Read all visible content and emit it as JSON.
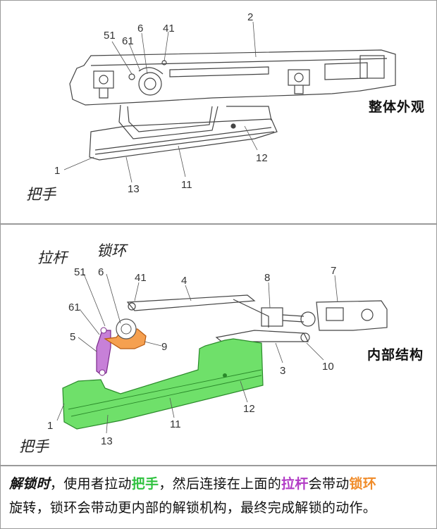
{
  "labels": {
    "top": {
      "n51": "51",
      "n61": "61",
      "n6": "6",
      "n41": "41",
      "n2": "2",
      "n12": "12",
      "n1": "1",
      "n13": "13",
      "n11": "11",
      "handle": "把手"
    },
    "top_title": "整体外观",
    "bottom": {
      "pull_rod": "拉杆",
      "lock_ring": "锁环",
      "n51": "51",
      "n6": "6",
      "n41": "41",
      "n4": "4",
      "n8": "8",
      "n7": "7",
      "n61": "61",
      "n5": "5",
      "n9": "9",
      "n3": "3",
      "n10": "10",
      "n12": "12",
      "n11": "11",
      "n1": "1",
      "n13": "13",
      "handle": "把手"
    },
    "bottom_title": "内部结构"
  },
  "caption": {
    "line1": {
      "p1": "解锁时",
      "p2": "，使用者拉动",
      "p3": "把手",
      "p4": "，然后连接在上面的",
      "p5": "拉杆",
      "p6": "会带动",
      "p7": "锁环"
    },
    "line2": "旋转，锁环会带动更内部的解锁机构，最终完成解锁的动作。"
  },
  "colors": {
    "handle": "#2fc23f",
    "pull_rod": "#b23cc6",
    "lock_ring": "#f08c2a",
    "handle_fill": "#6fe06a",
    "rod_fill": "#c780d8",
    "ring_fill": "#f5a050"
  }
}
